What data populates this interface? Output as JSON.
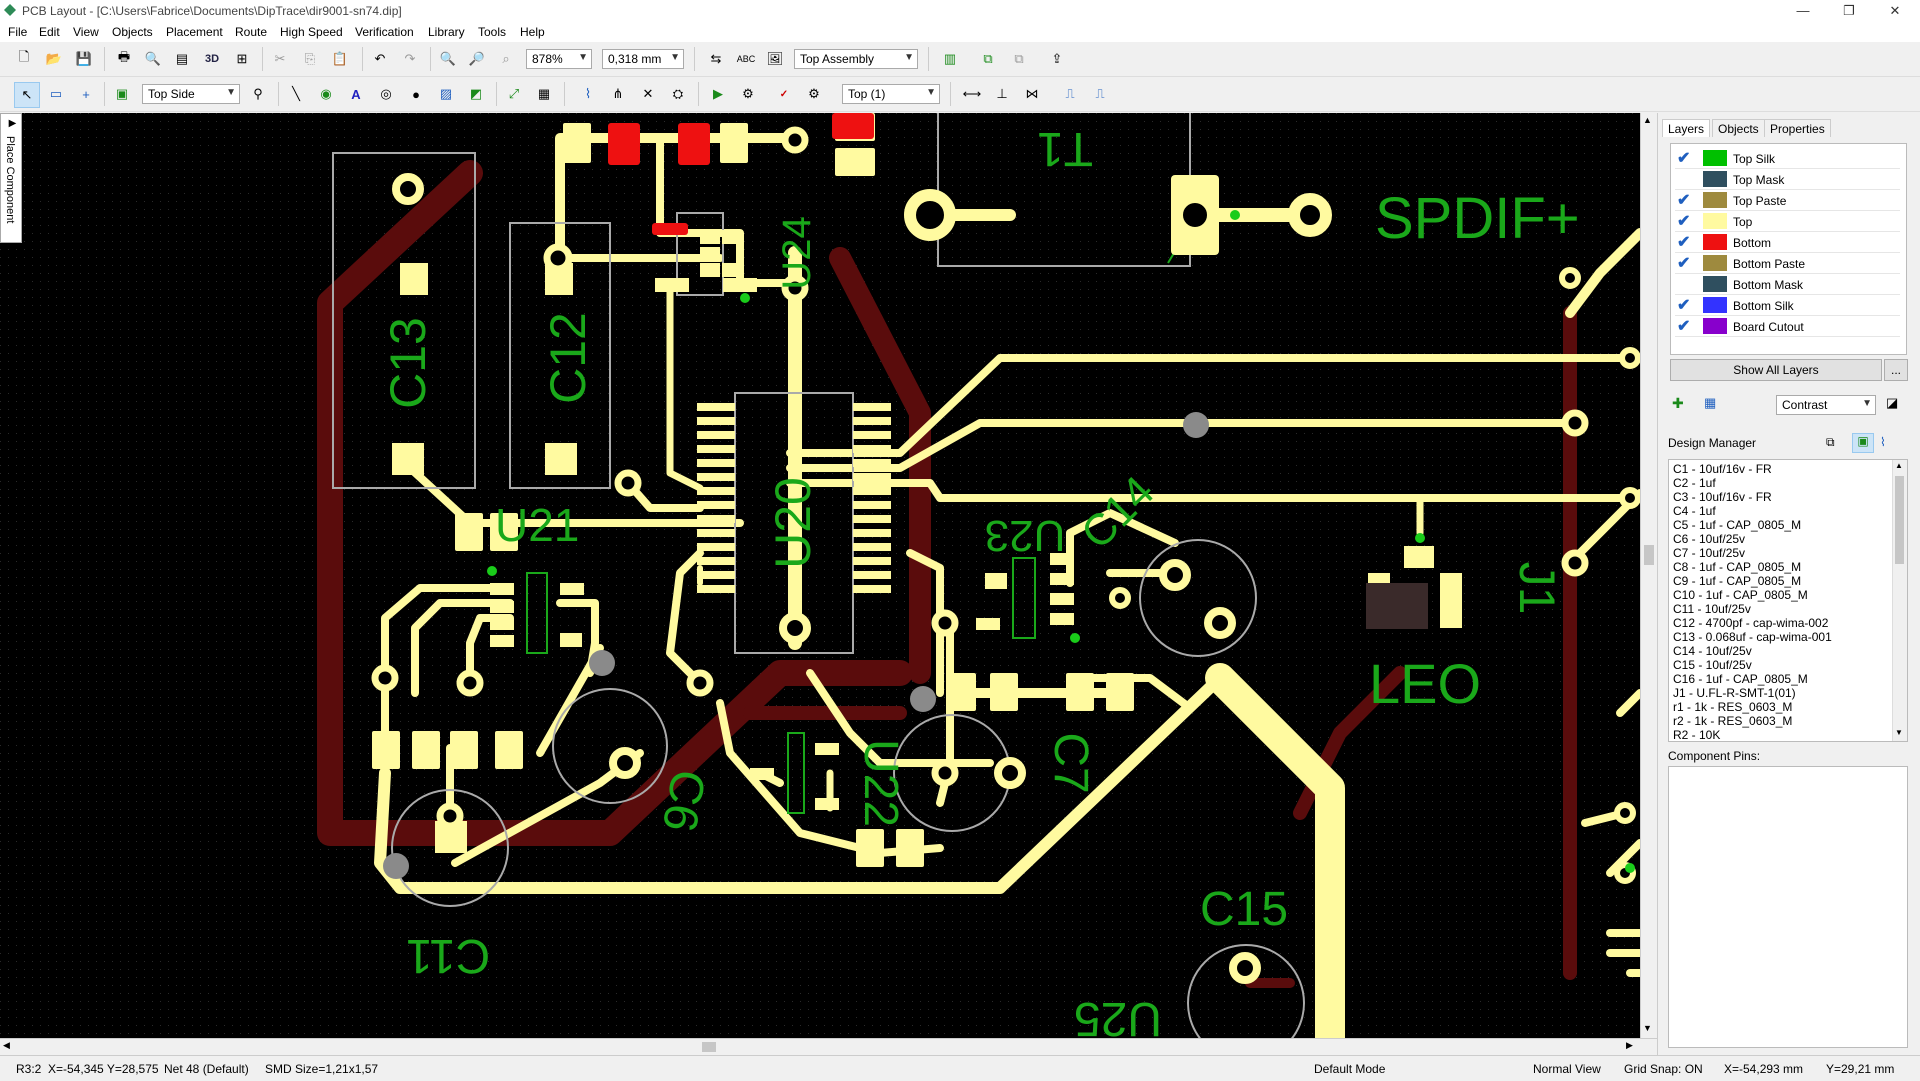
{
  "titlebar": {
    "title": "PCB Layout - [C:\\Users\\Fabrice\\Documents\\DipTrace\\dir9001-sn74.dip]",
    "minimize": "—",
    "restore": "❐",
    "close": "✕"
  },
  "menu": [
    "File",
    "Edit",
    "View",
    "Objects",
    "Placement",
    "Route",
    "High Speed",
    "Verification",
    "Library",
    "Tools",
    "Help"
  ],
  "toolbar1": {
    "zoom": "878%",
    "grid": "0,318 mm",
    "assembly_view": "Top Assembly"
  },
  "toolbar2": {
    "side": "Top Side",
    "layer": "Top (1)"
  },
  "side_tab": {
    "label": "Place Component"
  },
  "canvas": {
    "silk_labels": [
      "C13",
      "C12",
      "U21",
      "U20",
      "U24",
      "U23",
      "C14",
      "T1",
      "SPDIF+",
      "J1",
      "LEO",
      "U22",
      "C6",
      "C7",
      "C11",
      "C15",
      "U25"
    ]
  },
  "panel": {
    "tabs": [
      "Layers",
      "Objects",
      "Properties"
    ],
    "layers": [
      {
        "name": "Top Silk",
        "color": "#00c000",
        "checked": true
      },
      {
        "name": "Top Mask",
        "color": "#2f4f5f",
        "checked": false
      },
      {
        "name": "Top Paste",
        "color": "#9e8a3e",
        "checked": true
      },
      {
        "name": "Top",
        "color": "#fffaa0",
        "checked": true
      },
      {
        "name": "Bottom",
        "color": "#ee1111",
        "checked": true
      },
      {
        "name": "Bottom Paste",
        "color": "#9e8a3e",
        "checked": true
      },
      {
        "name": "Bottom Mask",
        "color": "#2f4f5f",
        "checked": false
      },
      {
        "name": "Bottom Silk",
        "color": "#3333ff",
        "checked": true
      },
      {
        "name": "Board Cutout",
        "color": "#8800cc",
        "checked": true
      }
    ],
    "show_all_layers": "Show All Layers",
    "more_button": "...",
    "contrast": "Contrast",
    "design_manager_label": "Design Manager",
    "design_manager_items": [
      "C1 - 10uf/16v - FR",
      "C2 - 1uf",
      "C3 - 10uf/16v - FR",
      "C4 - 1uf",
      "C5 - 1uf - CAP_0805_M",
      "C6 - 10uf/25v",
      "C7 - 10uf/25v",
      "C8 - 1uf - CAP_0805_M",
      "C9 - 1uf - CAP_0805_M",
      "C10 - 1uf - CAP_0805_M",
      "C11 - 10uf/25v",
      "C12 - 4700pf - cap-wima-002",
      "C13 - 0.068uf - cap-wima-001",
      "C14 - 10uf/25v",
      "C15 - 10uf/25v",
      "C16 - 1uf - CAP_0805_M",
      "J1 - U.FL-R-SMT-1(01)",
      "r1 - 1k - RES_0603_M",
      "r2 - 1k - RES_0603_M",
      "R2 - 10K"
    ],
    "component_pins_label": "Component Pins:"
  },
  "status": {
    "r": "R3:2",
    "xy": "X=-54,345  Y=28,575",
    "net": "Net 48 (Default)",
    "smd": "SMD  Size=1,21x1,57",
    "mode": "Default Mode",
    "view": "Normal View",
    "grid_snap": "Grid Snap: ON",
    "cursor_x": "X=-54,293 mm",
    "cursor_y": "Y=29,21 mm"
  }
}
